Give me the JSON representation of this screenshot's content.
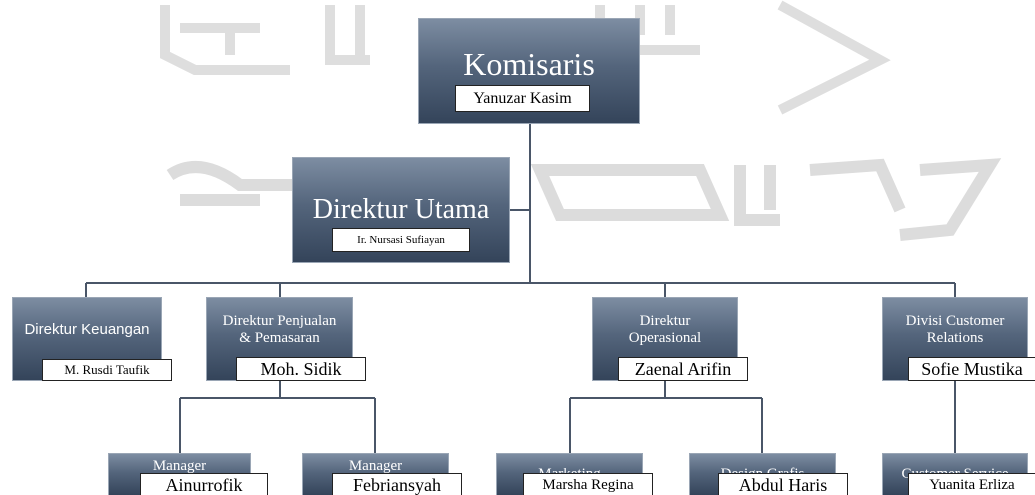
{
  "org_chart": {
    "komisaris": {
      "title": "Komisaris",
      "name": "Yanuzar Kasim"
    },
    "direktur_utama": {
      "title": "Direktur Utama",
      "name": "Ir. Nursasi Sufiayan"
    },
    "direktur_keuangan": {
      "title": "Direktur Keuangan",
      "name": "M. Rusdi Taufik"
    },
    "direktur_penjualan": {
      "title_line1": "Direktur Penjualan",
      "title_line2": "& Pemasaran",
      "name": "Moh. Sidik"
    },
    "direktur_operasional": {
      "title_line1": "Direktur",
      "title_line2": "Operasional",
      "name": "Zaenal Arifin"
    },
    "divisi_cs": {
      "title_line1": "Divisi Customer",
      "title_line2": "Relations",
      "name": "Sofie Mustika"
    },
    "manager_penjualan": {
      "title_line1": "Manager",
      "title_line2": "Penjualan",
      "name": "Ainurrofik"
    },
    "manager_pemasaran": {
      "title_line1": "Manager",
      "title_line2": "Pemasaran",
      "name": "Febriansyah"
    },
    "marketing": {
      "title": "Marketing",
      "name": "Marsha Regina"
    },
    "design_grafis": {
      "title": "Design Grafis",
      "name": "Abdul Haris"
    },
    "customer_service": {
      "title": "Customer Service",
      "name": "Yuanita Erliza"
    }
  },
  "colors": {
    "box_top": "#7d8da2",
    "box_bottom": "#34445a",
    "connector": "#4a5668",
    "watermark": "#dcdcdc"
  }
}
